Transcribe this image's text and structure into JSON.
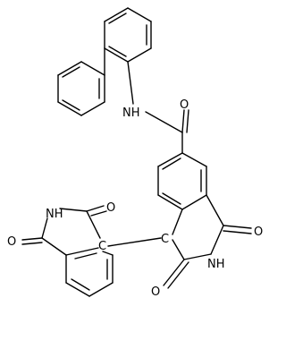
{
  "molecule": {
    "atoms": {
      "nh_amide": "NH",
      "o_amide": "O",
      "o_top_left": "O",
      "nh_left_imide": "NH",
      "o_left_imide": "O",
      "c_spiro_left": "C",
      "c_spiro_right": "C",
      "o_right_imide_top": "O",
      "nh_right_imide": "NH",
      "o_right_imide_bottom": "O"
    }
  }
}
